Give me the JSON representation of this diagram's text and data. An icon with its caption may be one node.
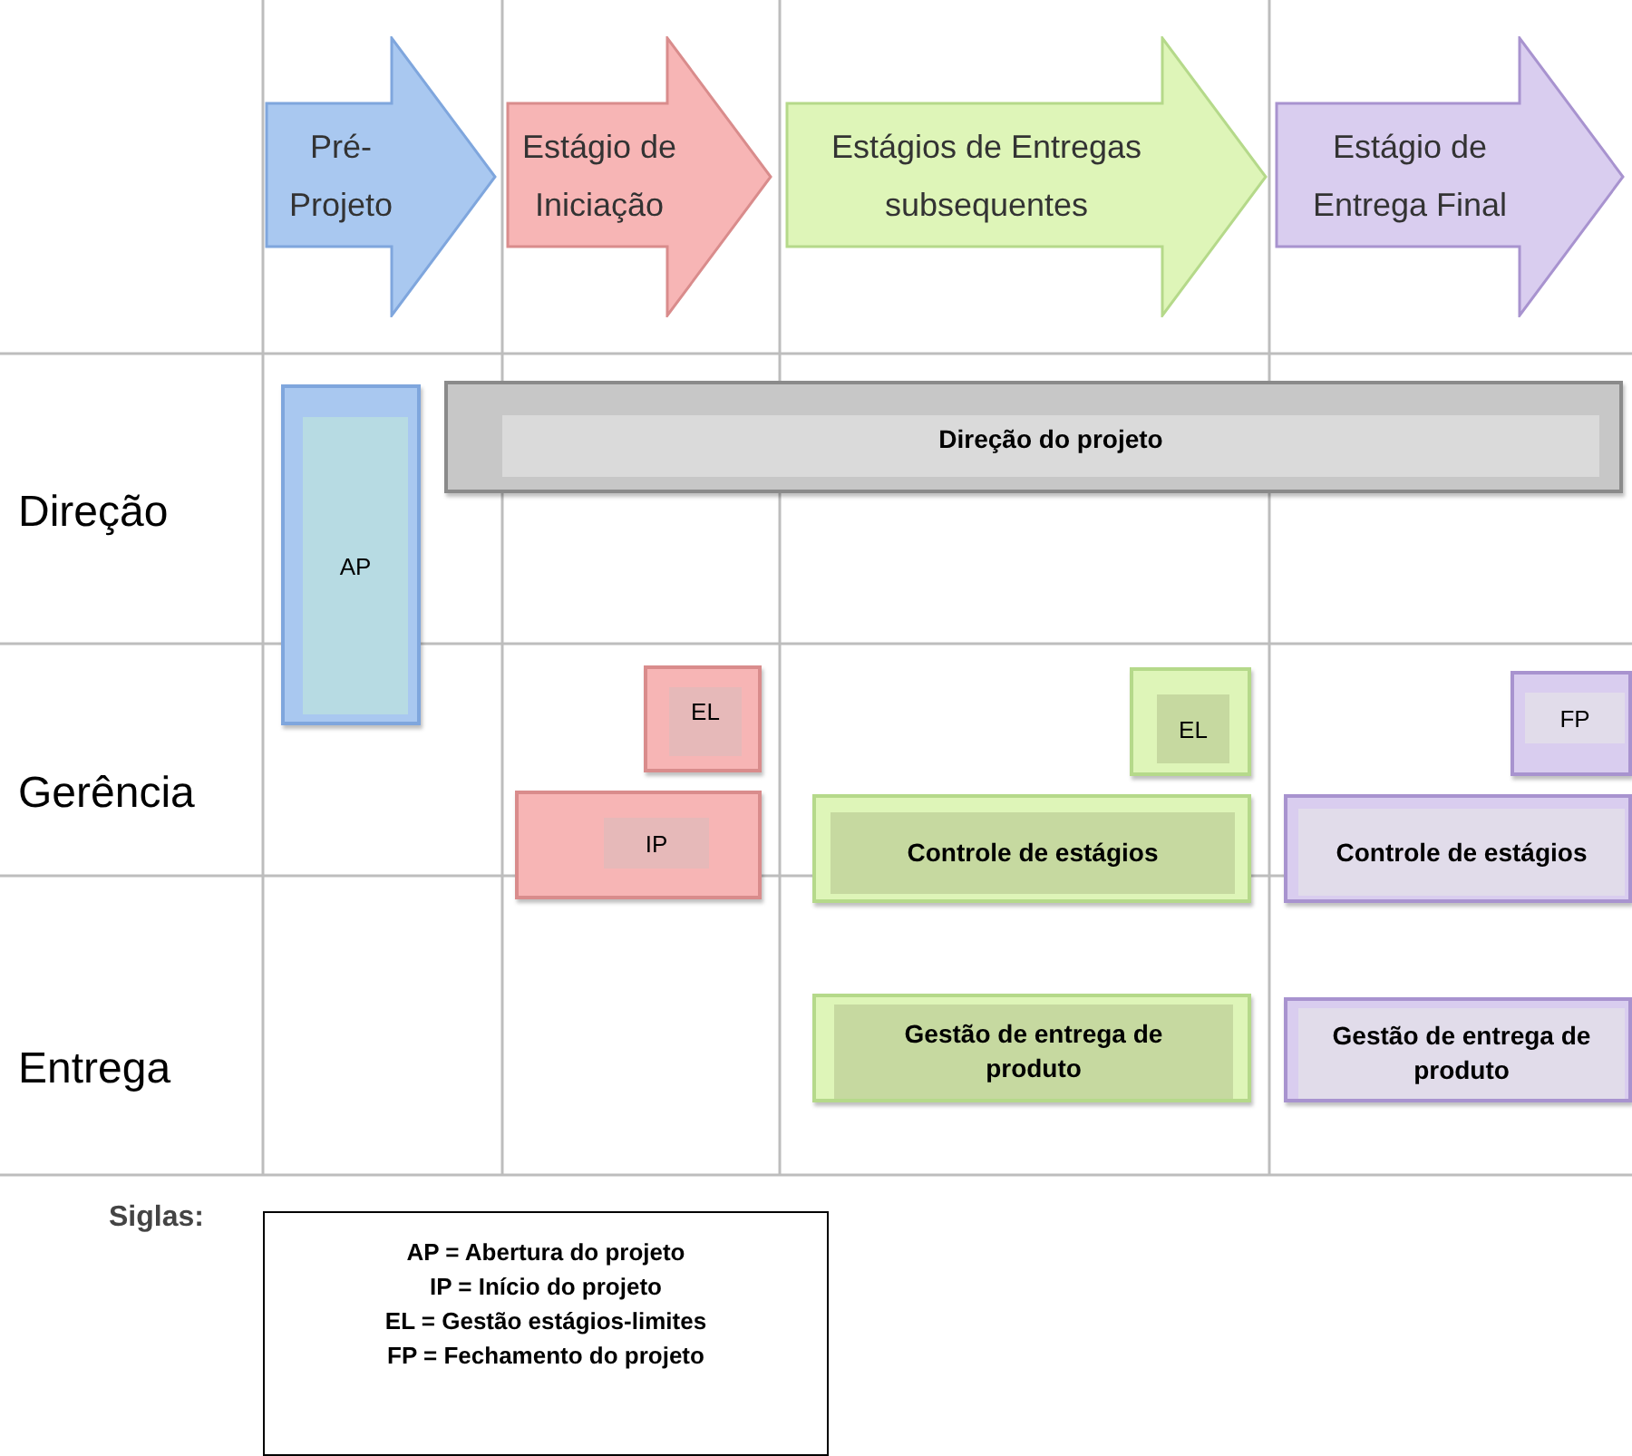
{
  "diagram": {
    "nodes": [
      {
        "text": [
          "Pré- Projeto"
        ]
      },
      {
        "text": [
          "Estágio de Iniciação"
        ]
      },
      {
        "text": [
          "Estágios de Entregas subsequentes"
        ]
      },
      {
        "text": [
          "Estágio de Entrega Final"
        ]
      },
      {
        "text": [
          "Direção do projeto"
        ]
      },
      {
        "text": [
          "AP"
        ]
      },
      {
        "text": [
          "EL"
        ]
      },
      {
        "text": [
          "IP"
        ]
      },
      {
        "text": [
          "EL"
        ]
      },
      {
        "text": [
          "Controle de estágios"
        ]
      },
      {
        "text": [
          "FP"
        ]
      },
      {
        "text": [
          "Controle de estágios"
        ]
      },
      {
        "text": [
          "Gestão de entrega de produto"
        ]
      },
      {
        "text": [
          "Gestão de entrega de produto"
        ]
      },
      {
        "text": [
          "AP = Abertura do projeto",
          "IP = Início do projeto",
          "EL = Gestão estágios-limites",
          "FP = Fechamento do projeto"
        ]
      }
    ],
    "labels": [
      "Direção",
      "Gerência",
      "Entrega",
      "Siglas:"
    ]
  }
}
